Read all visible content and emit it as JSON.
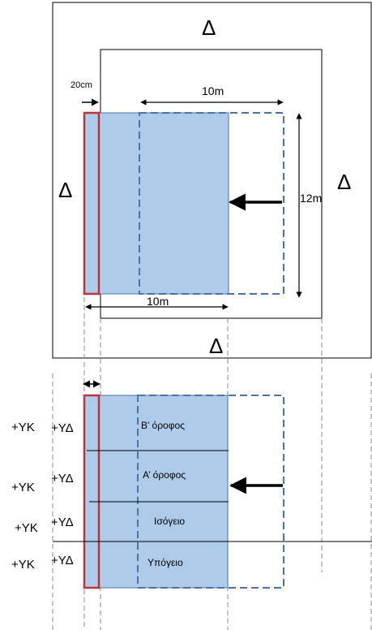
{
  "plan": {
    "zone_label": "Δ",
    "dim_wall": "20cm",
    "dim_top": "10m",
    "dim_bottom": "10m",
    "dim_depth": "12m"
  },
  "section": {
    "floors": [
      "Β’ όροφος",
      "Α’ όροφος",
      "Ισόγειο",
      "Υπόγειο"
    ],
    "yk": [
      "+ΥΚ",
      "+ΥΚ",
      "+ΥΚ",
      "+ΥΚ"
    ],
    "yd": [
      "+ΥΔ",
      "+ΥΔ",
      "+ΥΔ",
      "+ΥΔ"
    ]
  },
  "colors": {
    "fill": "#aecbe9",
    "wall_red": "#c0323c",
    "dashed_blue": "#4a74a8",
    "line": "#000000",
    "guide_gray": "#8a8a8a"
  }
}
